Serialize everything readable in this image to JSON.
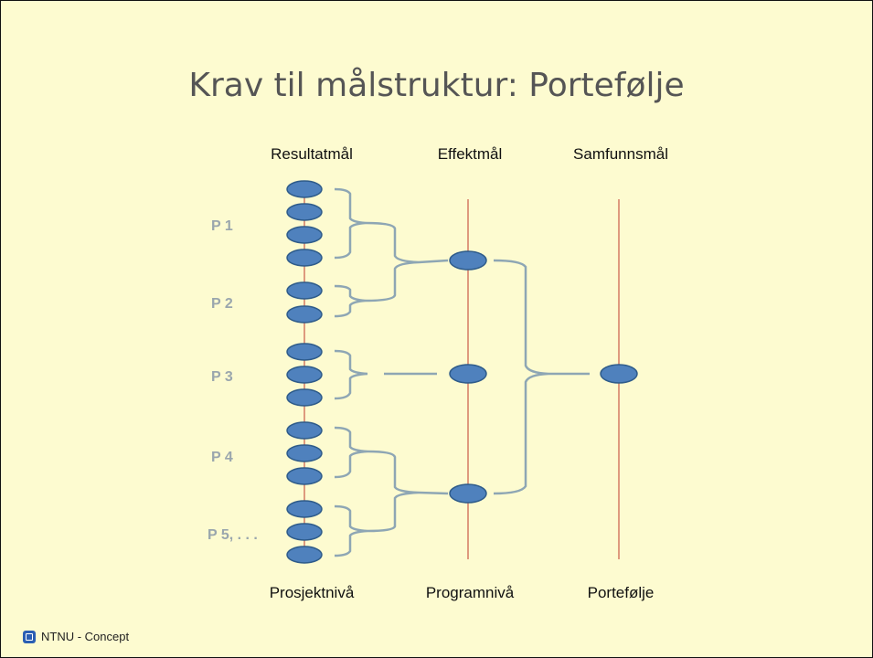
{
  "title": "Krav til målstruktur: Portefølje",
  "columns": {
    "result": "Resultatmål",
    "effect": "Effektmål",
    "society": "Samfunnsmål"
  },
  "levels": {
    "project": "Prosjektnivå",
    "program": "Programnivå",
    "portfolio": "Portefølje"
  },
  "projects": [
    "P 1",
    "P 2",
    "P 3",
    "P 4",
    "P 5, . . ."
  ],
  "footer": "NTNU - Concept",
  "colors": {
    "background": "#fdfbd0",
    "node_fill": "#4f81bd",
    "node_stroke": "#2e5b8a",
    "axis_line": "#c0392b",
    "bracket": "#8ea6b4",
    "project_label": "#9aa6ad"
  }
}
